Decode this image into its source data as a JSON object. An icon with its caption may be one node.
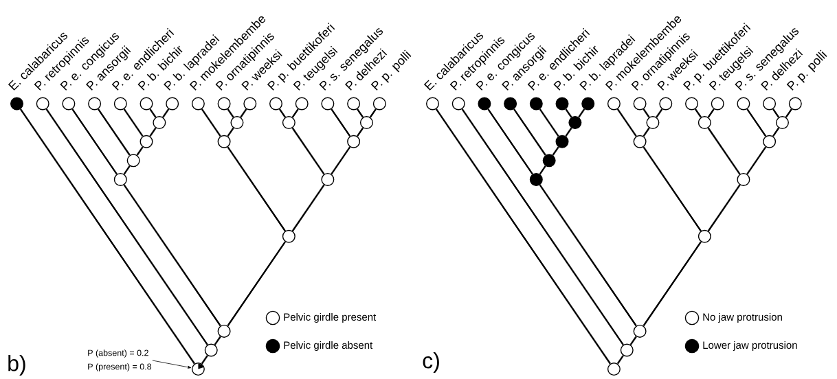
{
  "diagram": {
    "nodes": [
      {
        "text": [],
        "shape": "circle",
        "beside": [
          "E. calabaricus"
        ]
      },
      {
        "text": [],
        "shape": "circle",
        "beside": [
          "P. retropinnis"
        ]
      },
      {
        "text": [],
        "shape": "circle",
        "beside": [
          "P. e. congicus"
        ]
      },
      {
        "text": [],
        "shape": "circle",
        "beside": [
          "P. ansorgii"
        ]
      },
      {
        "text": [],
        "shape": "circle",
        "beside": [
          "P. e. endlicheri"
        ]
      },
      {
        "text": [],
        "shape": "circle",
        "beside": [
          "P. b. bichir"
        ]
      },
      {
        "text": [],
        "shape": "circle",
        "beside": [
          "P. b. lapradei"
        ]
      },
      {
        "text": [],
        "shape": "circle",
        "beside": [
          "P. mokelembembe"
        ]
      },
      {
        "text": [],
        "shape": "circle",
        "beside": [
          "P. ornatipinnis"
        ]
      },
      {
        "text": [],
        "shape": "circle",
        "beside": [
          "P. weeksi"
        ]
      },
      {
        "text": [],
        "shape": "circle",
        "beside": [
          "P. p. buettikoferi"
        ]
      },
      {
        "text": [],
        "shape": "circle",
        "beside": [
          "P. teugelsi"
        ]
      },
      {
        "text": [],
        "shape": "circle",
        "beside": [
          "P. s. senegalus"
        ]
      },
      {
        "text": [],
        "shape": "circle",
        "beside": [
          "P. delhezi"
        ]
      },
      {
        "text": [],
        "shape": "circle",
        "beside": [
          "P. p. polli"
        ]
      },
      {
        "text": [],
        "shape": "circle"
      },
      {
        "text": [],
        "shape": "circle"
      },
      {
        "text": [],
        "shape": "circle"
      },
      {
        "text": [],
        "shape": "circle"
      },
      {
        "text": [],
        "shape": "circle"
      },
      {
        "text": [],
        "shape": "circle"
      },
      {
        "text": [],
        "shape": "circle"
      },
      {
        "text": [],
        "shape": "circle"
      },
      {
        "text": [],
        "shape": "circle"
      },
      {
        "text": [],
        "shape": "circle"
      },
      {
        "text": [],
        "shape": "circle"
      },
      {
        "text": [],
        "shape": "circle"
      },
      {
        "text": [],
        "shape": "circle"
      },
      {
        "text": [],
        "shape": "circle"
      },
      {
        "text": [],
        "shape": "circle",
        "beside": [
          "E. calabaricus"
        ]
      },
      {
        "text": [],
        "shape": "circle",
        "beside": [
          "P. retropinnis"
        ]
      },
      {
        "text": [],
        "shape": "circle",
        "beside": [
          "P. e. congicus"
        ]
      },
      {
        "text": [],
        "shape": "circle",
        "beside": [
          "P. ansorgii"
        ]
      },
      {
        "text": [],
        "shape": "circle",
        "beside": [
          "P. e. endlicheri"
        ]
      },
      {
        "text": [],
        "shape": "circle",
        "beside": [
          "P. b. bichir"
        ]
      },
      {
        "text": [],
        "shape": "circle",
        "beside": [
          "P. b. lapradei"
        ]
      },
      {
        "text": [],
        "shape": "circle",
        "beside": [
          "P. mokelembembe"
        ]
      },
      {
        "text": [],
        "shape": "circle",
        "beside": [
          "P. ornatipinnis"
        ]
      },
      {
        "text": [],
        "shape": "circle",
        "beside": [
          "P. weeksi"
        ]
      },
      {
        "text": [],
        "shape": "circle",
        "beside": [
          "P. p. buettikoferi"
        ]
      },
      {
        "text": [],
        "shape": "circle",
        "beside": [
          "P. teugelsi"
        ]
      },
      {
        "text": [],
        "shape": "circle",
        "beside": [
          "P. s. senegalus"
        ]
      },
      {
        "text": [],
        "shape": "circle",
        "beside": [
          "P. delhezi"
        ]
      },
      {
        "text": [],
        "shape": "circle",
        "beside": [
          "P. p. polli"
        ]
      },
      {
        "text": [],
        "shape": "circle"
      },
      {
        "text": [],
        "shape": "circle"
      },
      {
        "text": [],
        "shape": "circle"
      },
      {
        "text": [],
        "shape": "circle"
      },
      {
        "text": [],
        "shape": "circle"
      },
      {
        "text": [],
        "shape": "circle"
      },
      {
        "text": [],
        "shape": "circle"
      },
      {
        "text": [],
        "shape": "circle"
      },
      {
        "text": [],
        "shape": "circle"
      },
      {
        "text": [],
        "shape": "circle"
      },
      {
        "text": [],
        "shape": "circle"
      },
      {
        "text": [],
        "shape": "circle"
      },
      {
        "text": [],
        "shape": "circle"
      },
      {
        "text": [],
        "shape": "circle"
      },
      {
        "text": [
          "P (absent) = 0.2",
          "P (present) = 0.8"
        ]
      }
    ],
    "edges": [
      {
        "from": 15,
        "to": 5,
        "arrow": "none"
      },
      {
        "from": 15,
        "to": 6,
        "arrow": "none"
      },
      {
        "from": 16,
        "to": 4,
        "arrow": "none"
      },
      {
        "from": 16,
        "to": 15,
        "arrow": "none"
      },
      {
        "from": 17,
        "to": 3,
        "arrow": "none"
      },
      {
        "from": 17,
        "to": 16,
        "arrow": "none"
      },
      {
        "from": 18,
        "to": 2,
        "arrow": "none"
      },
      {
        "from": 18,
        "to": 17,
        "arrow": "none"
      },
      {
        "from": 19,
        "to": 8,
        "arrow": "none"
      },
      {
        "from": 19,
        "to": 9,
        "arrow": "none"
      },
      {
        "from": 20,
        "to": 7,
        "arrow": "none"
      },
      {
        "from": 20,
        "to": 19,
        "arrow": "none"
      },
      {
        "from": 21,
        "to": 10,
        "arrow": "none"
      },
      {
        "from": 21,
        "to": 11,
        "arrow": "none"
      },
      {
        "from": 22,
        "to": 13,
        "arrow": "none"
      },
      {
        "from": 22,
        "to": 14,
        "arrow": "none"
      },
      {
        "from": 23,
        "to": 12,
        "arrow": "none"
      },
      {
        "from": 23,
        "to": 22,
        "arrow": "none"
      },
      {
        "from": 24,
        "to": 21,
        "arrow": "none"
      },
      {
        "from": 24,
        "to": 23,
        "arrow": "none"
      },
      {
        "from": 25,
        "to": 20,
        "arrow": "none"
      },
      {
        "from": 25,
        "to": 24,
        "arrow": "none"
      },
      {
        "from": 26,
        "to": 18,
        "arrow": "none"
      },
      {
        "from": 26,
        "to": 25,
        "arrow": "none"
      },
      {
        "from": 27,
        "to": 1,
        "arrow": "none"
      },
      {
        "from": 27,
        "to": 26,
        "arrow": "none"
      },
      {
        "from": 28,
        "to": 0,
        "arrow": "none"
      },
      {
        "from": 28,
        "to": 27,
        "arrow": "none"
      },
      {
        "from": 44,
        "to": 34,
        "arrow": "none"
      },
      {
        "from": 44,
        "to": 35,
        "arrow": "none"
      },
      {
        "from": 45,
        "to": 33,
        "arrow": "none"
      },
      {
        "from": 45,
        "to": 44,
        "arrow": "none"
      },
      {
        "from": 46,
        "to": 32,
        "arrow": "none"
      },
      {
        "from": 46,
        "to": 45,
        "arrow": "none"
      },
      {
        "from": 47,
        "to": 31,
        "arrow": "none"
      },
      {
        "from": 47,
        "to": 46,
        "arrow": "none"
      },
      {
        "from": 48,
        "to": 37,
        "arrow": "none"
      },
      {
        "from": 48,
        "to": 38,
        "arrow": "none"
      },
      {
        "from": 49,
        "to": 36,
        "arrow": "none"
      },
      {
        "from": 49,
        "to": 48,
        "arrow": "none"
      },
      {
        "from": 50,
        "to": 39,
        "arrow": "none"
      },
      {
        "from": 50,
        "to": 40,
        "arrow": "none"
      },
      {
        "from": 51,
        "to": 42,
        "arrow": "none"
      },
      {
        "from": 51,
        "to": 43,
        "arrow": "none"
      },
      {
        "from": 52,
        "to": 41,
        "arrow": "none"
      },
      {
        "from": 52,
        "to": 51,
        "arrow": "none"
      },
      {
        "from": 53,
        "to": 50,
        "arrow": "none"
      },
      {
        "from": 53,
        "to": 52,
        "arrow": "none"
      },
      {
        "from": 54,
        "to": 49,
        "arrow": "none"
      },
      {
        "from": 54,
        "to": 53,
        "arrow": "none"
      },
      {
        "from": 55,
        "to": 47,
        "arrow": "none"
      },
      {
        "from": 55,
        "to": 54,
        "arrow": "none"
      },
      {
        "from": 56,
        "to": 30,
        "arrow": "none"
      },
      {
        "from": 56,
        "to": 55,
        "arrow": "none"
      },
      {
        "from": 57,
        "to": 29,
        "arrow": "none"
      },
      {
        "from": 57,
        "to": 56,
        "arrow": "none"
      },
      {
        "from": 58,
        "to": 28,
        "arrow": "to"
      }
    ],
    "labels": [
      "b)",
      "c)"
    ],
    "legend": [
      {
        "text": "Pelvic girdle present"
      },
      {
        "text": "Pelvic girdle absent"
      },
      {
        "text": "No jaw protrusion"
      },
      {
        "text": "Lower jaw protrusion"
      }
    ]
  }
}
